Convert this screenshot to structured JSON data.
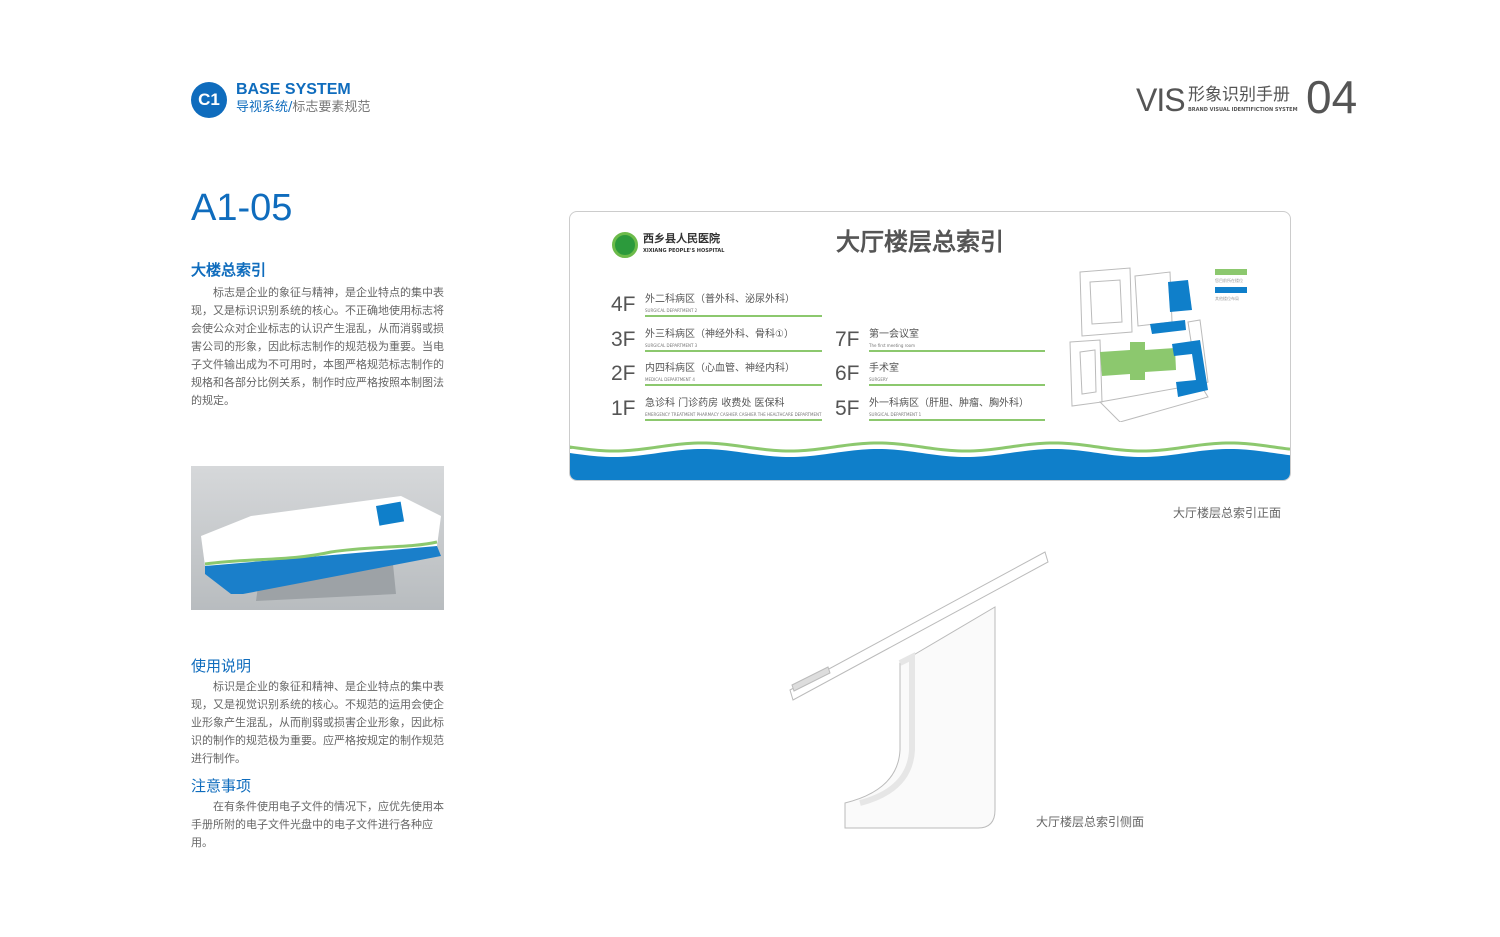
{
  "header": {
    "badge": "C1",
    "title": "BASE SYSTEM",
    "subtitle_blue": "导视系统/",
    "subtitle_gray": "标志要素规范",
    "vis": "VIS",
    "vis_cn": "形象识别手册",
    "vis_en": "BRAND VISUAL IDENTIFICTION SYSTEM",
    "page_no": "04"
  },
  "code": "A1-05",
  "sections": [
    {
      "title": "大楼总索引",
      "text": "标志是企业的象征与精神，是企业特点的集中表现，又是标识识别系统的核心。不正确地使用标志将会使公众对企业标志的认识产生混乱，从而消弱或损害公司的形象，因此标志制作的规范极为重要。当电子文件输出成为不可用时，本图严格规范标志制作的规格和各部分比例关系，制作时应严格按照本制图法的规定。"
    },
    {
      "title": "使用说明",
      "text": "标识是企业的象征和精神、是企业特点的集中表现，又是视觉识别系统的核心。不规范的运用会使企业形象产生混乱，从而削弱或损害企业形象，因此标识的制作的规范极为重要。应严格按规定的制作规范进行制作。"
    },
    {
      "title": "注意事项",
      "text": "在有条件使用电子文件的情况下，应优先使用本手册所附的电子文件光盘中的电子文件进行各种应用。"
    }
  ],
  "sign": {
    "hospital_cn": "西乡县人民医院",
    "hospital_en": "XIXIANG PEOPLE'S HOSPITAL",
    "title": "大厅楼层总索引",
    "floors_left": [
      {
        "floor": "4F",
        "name": "外二科病区（普外科、泌尿外科）",
        "en": "SURGICAL DEPARTMENT 2"
      },
      {
        "floor": "3F",
        "name": "外三科病区（神经外科、骨科①）",
        "en": "SURGICAL DEPARTMENT 3"
      },
      {
        "floor": "2F",
        "name": "内四科病区（心血管、神经内科）",
        "en": "MEDICAL DEPARTMENT 4"
      },
      {
        "floor": "1F",
        "name": "急诊科  门诊药房  收费处  医保科",
        "en": "EMERGENCY TREATMENT   PHARMACY   CASHIER   CASHIER   THE HEALTHCARE DEPARTMENT"
      }
    ],
    "floors_right": [
      {
        "floor": "7F",
        "name": "第一会议室",
        "en": "The first meeting room"
      },
      {
        "floor": "6F",
        "name": "手术室",
        "en": "SURGERY"
      },
      {
        "floor": "5F",
        "name": "外一科病区（肝胆、肿瘤、胸外科）",
        "en": "SURGICAL DEPARTMENT 1"
      }
    ],
    "legend": [
      {
        "label": "您目前所在楼位",
        "color": "#8cc86e"
      },
      {
        "label": "其他楼位布局",
        "color": "#0f7fca"
      }
    ]
  },
  "captions": {
    "front": "大厅楼层总索引正面",
    "side": "大厅楼层总索引侧面"
  },
  "colors": {
    "blue": "#0f6cbd",
    "green": "#8cc86e",
    "wave_blue": "#0f7fca"
  }
}
